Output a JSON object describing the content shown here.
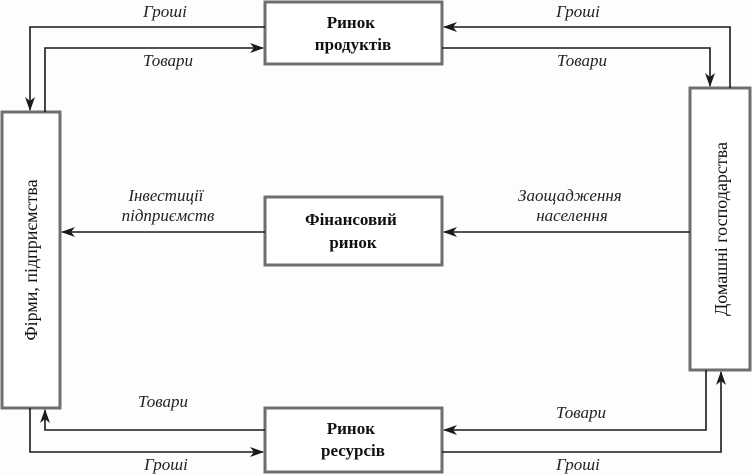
{
  "nodes": {
    "product_market": [
      "Ринок",
      "продуктів"
    ],
    "financial_market": [
      "Фінансовий",
      "ринок"
    ],
    "resource_market": [
      "Ринок",
      "ресурсів"
    ],
    "firms": "Фірми, підприємства",
    "households": "Домашні господарства"
  },
  "flows": {
    "top_left_money": "Гроші",
    "top_left_goods": "Товари",
    "top_right_money": "Гроші",
    "top_right_goods": "Товари",
    "investments": [
      "Інвестиції",
      "підприємств"
    ],
    "savings": [
      "Заощадження",
      "населення"
    ],
    "bottom_left_goods": "Товари",
    "bottom_left_money": "Гроші",
    "bottom_right_goods": "Товари",
    "bottom_right_money": "Гроші"
  }
}
